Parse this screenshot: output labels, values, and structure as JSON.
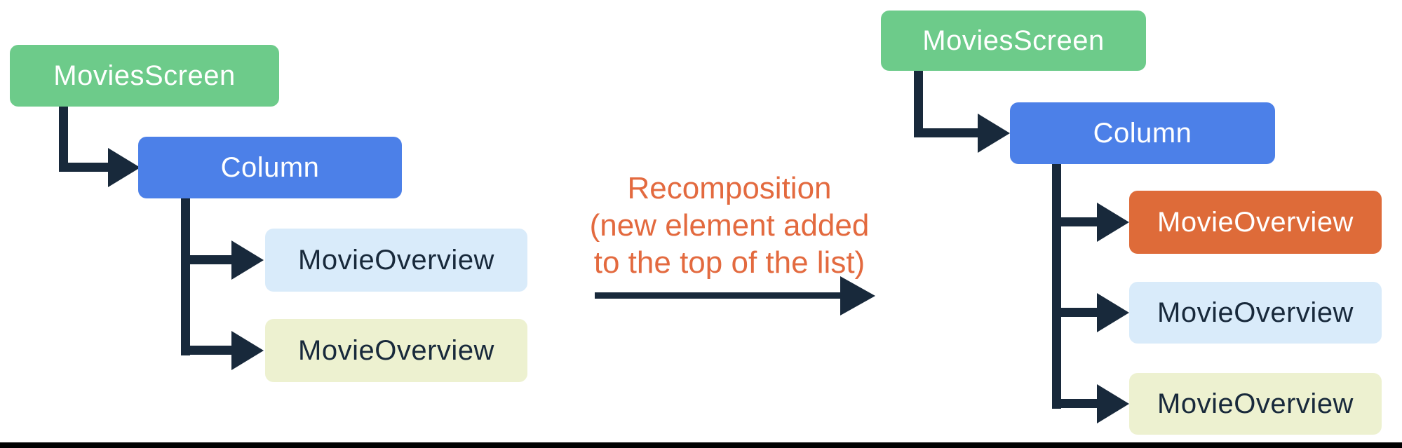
{
  "left_tree": {
    "root_label": "MoviesScreen",
    "column_label": "Column",
    "child1_label": "MovieOverview",
    "child2_label": "MovieOverview"
  },
  "right_tree": {
    "root_label": "MoviesScreen",
    "column_label": "Column",
    "child1_label": "MovieOverview",
    "child2_label": "MovieOverview",
    "child3_label": "MovieOverview"
  },
  "annotation": {
    "line1": "Recomposition",
    "line2": "(new element added",
    "line3": "to the top of the list)"
  },
  "colors": {
    "root_green": "#6dcb8a",
    "column_blue": "#4c80e8",
    "new_item_orange": "#de6b39",
    "item_light_blue": "#d9ebfa",
    "item_light_yellow": "#edf1d0",
    "connector_navy": "#18293b",
    "annotation_orange": "#e36a3f",
    "bottom_bar_black": "#000000",
    "background": "#ffffff"
  }
}
